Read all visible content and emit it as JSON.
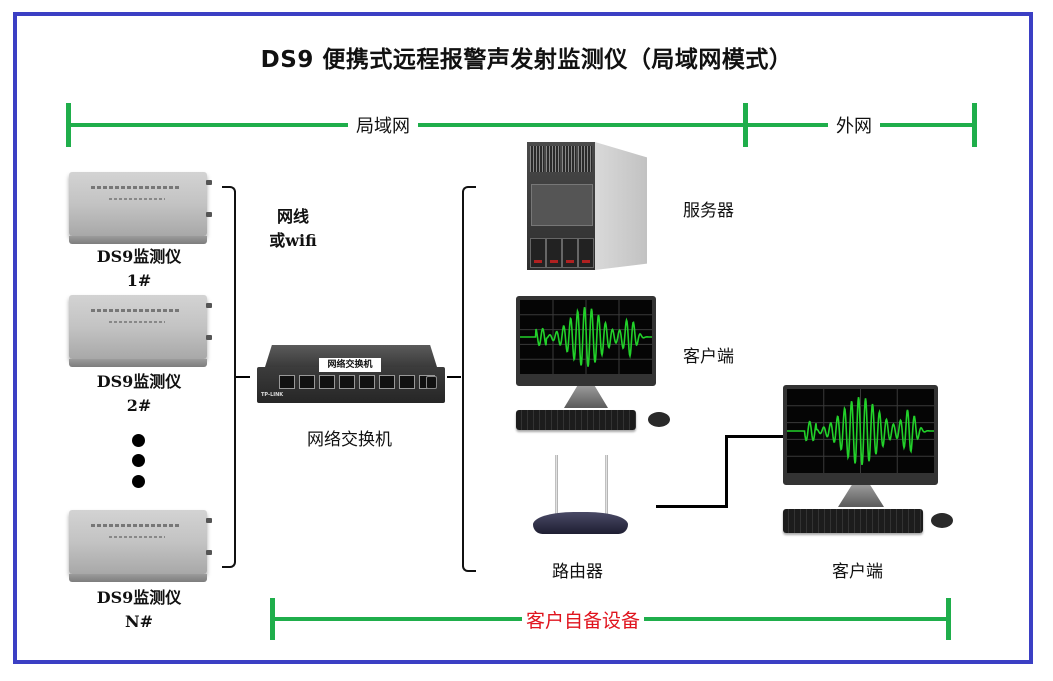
{
  "title": "DS9 便携式远程报警声发射监测仪（局域网模式）",
  "ranges": {
    "lan_label": "局域网",
    "wan_label": "外网",
    "customer_label": "客户自备设备"
  },
  "monitors": [
    {
      "name": "DS9监测仪",
      "index": "1#"
    },
    {
      "name": "DS9监测仪",
      "index": "2#"
    },
    {
      "name": "DS9监测仪",
      "index": "N#"
    }
  ],
  "connection_label": {
    "line1": "网线",
    "line2": "或wifi"
  },
  "switch": {
    "label": "网络交换机",
    "sticker": "网络交换机",
    "brand": "TP-LINK"
  },
  "server": {
    "label": "服务器"
  },
  "client_lan": {
    "label": "客户端"
  },
  "router": {
    "label": "路由器"
  },
  "client_wan": {
    "label": "客户端"
  },
  "colors": {
    "frame": "#3b3fc4",
    "range_bar": "#1fae4b",
    "customer_text": "#e0141e",
    "waveform": "#22d12a"
  }
}
